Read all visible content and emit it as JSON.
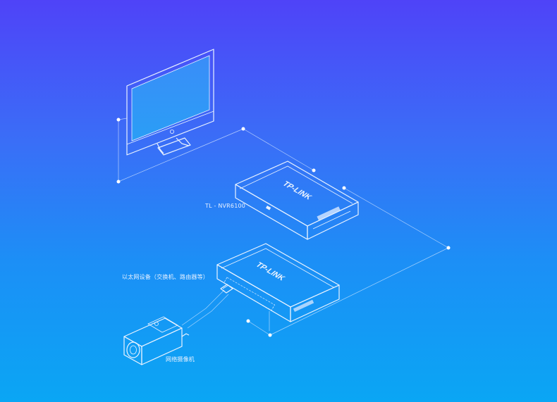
{
  "labels": {
    "nvr": "TL - NVR6100",
    "switch": "以太网设备（交换机、路由器等）",
    "camera": "网络摄像机"
  },
  "brand": {
    "nvr": "TP-LINK",
    "switch": "TP-LINK"
  },
  "icons": [
    "monitor-icon",
    "nvr-device-icon",
    "switch-device-icon",
    "camera-icon",
    "ethernet-plug-icon"
  ]
}
